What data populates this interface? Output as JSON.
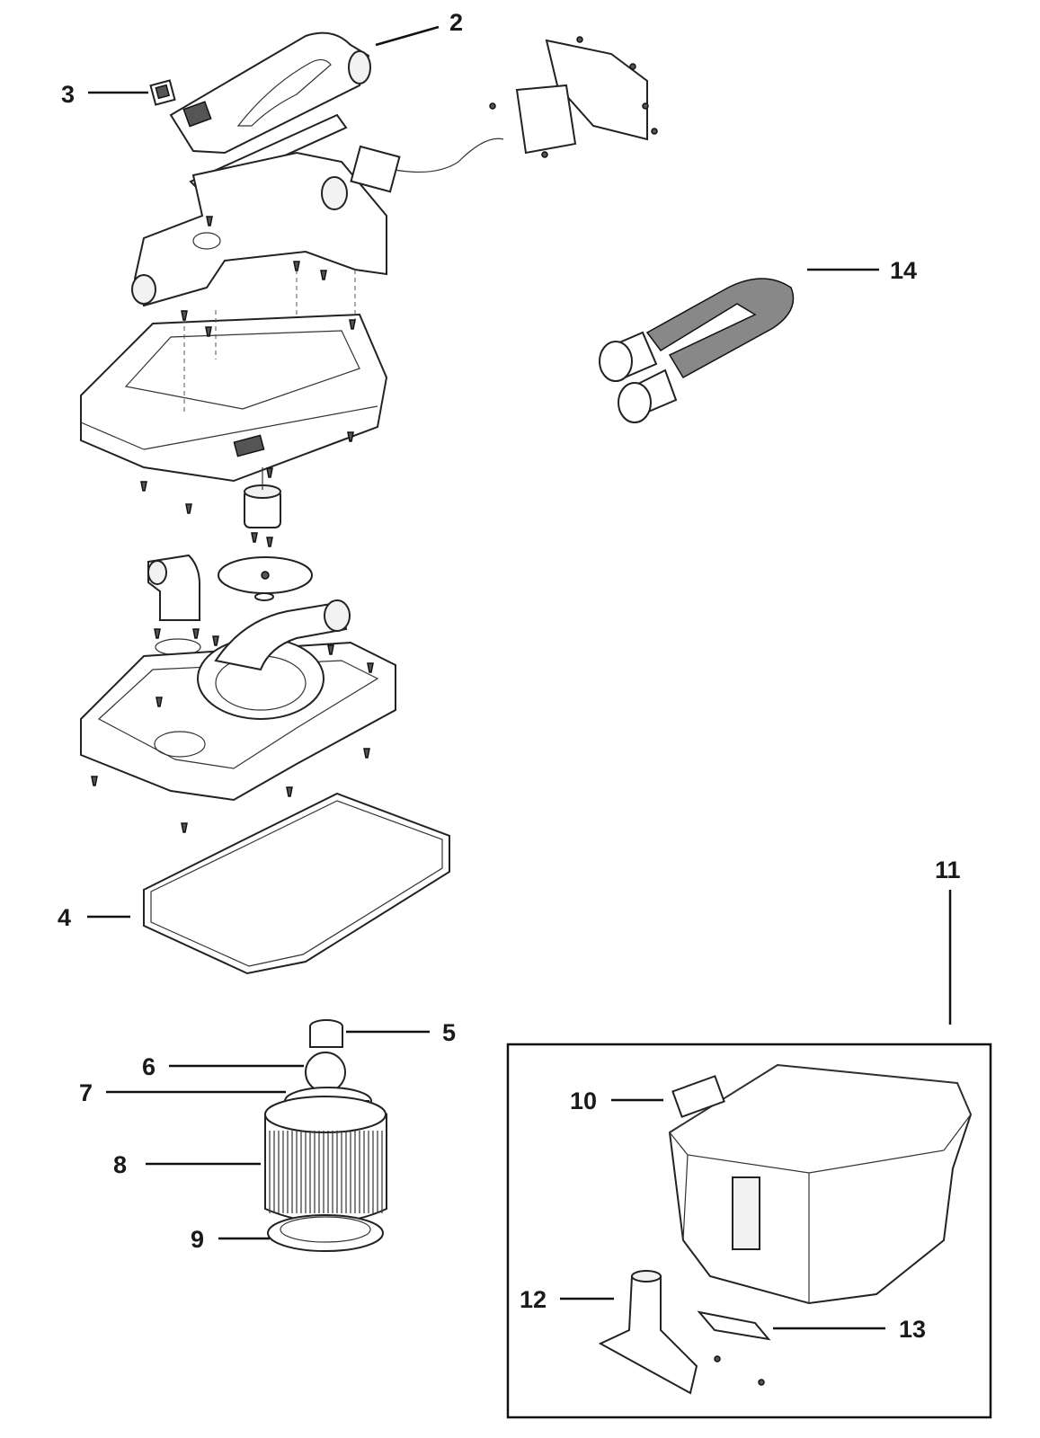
{
  "diagram": {
    "callouts": [
      {
        "id": "2",
        "label": "2"
      },
      {
        "id": "3",
        "label": "3"
      },
      {
        "id": "4",
        "label": "4"
      },
      {
        "id": "5",
        "label": "5"
      },
      {
        "id": "6",
        "label": "6"
      },
      {
        "id": "7",
        "label": "7"
      },
      {
        "id": "8",
        "label": "8"
      },
      {
        "id": "9",
        "label": "9"
      },
      {
        "id": "10",
        "label": "10"
      },
      {
        "id": "11",
        "label": "11"
      },
      {
        "id": "12",
        "label": "12"
      },
      {
        "id": "13",
        "label": "13"
      },
      {
        "id": "14",
        "label": "14"
      }
    ]
  }
}
